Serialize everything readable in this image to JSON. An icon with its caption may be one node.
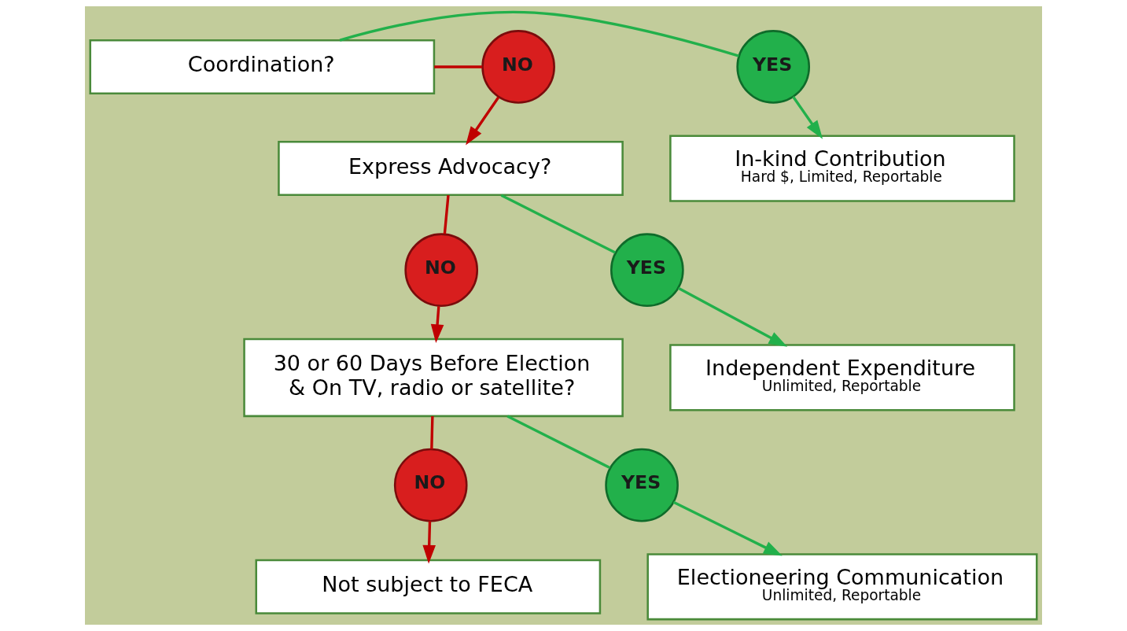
{
  "diagram": {
    "nodes": [
      {
        "text": [
          "Coordination?"
        ]
      },
      {
        "text": [
          "YES"
        ]
      },
      {
        "text": [
          "NO"
        ]
      },
      {
        "text": [
          "In-kind Contribution",
          "Hard $, Limited, Reportable"
        ]
      },
      {
        "text": [
          "Express Advocacy?"
        ]
      },
      {
        "text": [
          "YES"
        ]
      },
      {
        "text": [
          "NO"
        ]
      },
      {
        "text": [
          "Independent Expenditure",
          "Unlimited, Reportable"
        ]
      },
      {
        "text": [
          "30 or 60 Days Before Election & On TV, radio or satellite?"
        ]
      },
      {
        "text": [
          "YES"
        ]
      },
      {
        "text": [
          "NO"
        ]
      },
      {
        "text": [
          "Electioneering Communication",
          "Unlimited, Reportable"
        ]
      },
      {
        "text": [
          "Not subject to FECA"
        ]
      }
    ],
    "edges": [
      {
        "from": 0,
        "to": 1,
        "arrow": "none"
      },
      {
        "from": 1,
        "to": 3,
        "arrow": "to"
      },
      {
        "from": 0,
        "to": 2,
        "arrow": "none",
        "color": "#c00000"
      },
      {
        "from": 2,
        "to": 4,
        "arrow": "to",
        "color": "#c00000"
      },
      {
        "from": 4,
        "to": 5,
        "arrow": "none"
      },
      {
        "from": 5,
        "to": 7,
        "arrow": "to"
      },
      {
        "from": 4,
        "to": 6,
        "arrow": "none",
        "color": "#c00000"
      },
      {
        "from": 6,
        "to": 8,
        "arrow": "to",
        "color": "#c00000"
      },
      {
        "from": 8,
        "to": 9,
        "arrow": "none"
      },
      {
        "from": 9,
        "to": 11,
        "arrow": "to"
      },
      {
        "from": 8,
        "to": 10,
        "arrow": "none",
        "color": "#c00000"
      },
      {
        "from": 10,
        "to": 12,
        "arrow": "to",
        "color": "#c00000"
      }
    ]
  }
}
